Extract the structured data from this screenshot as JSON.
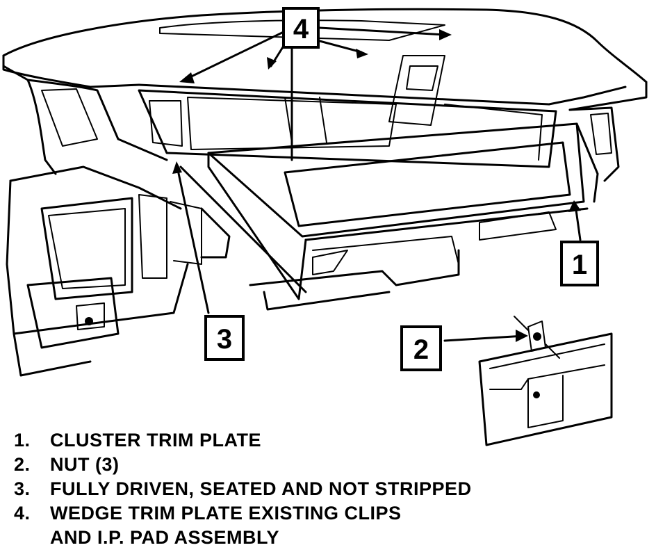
{
  "callouts": {
    "c1": "1",
    "c2": "2",
    "c3": "3",
    "c4": "4"
  },
  "legend": [
    {
      "num": "1.",
      "text": "CLUSTER TRIM PLATE"
    },
    {
      "num": "2.",
      "text": "NUT (3)"
    },
    {
      "num": "3.",
      "text": "FULLY DRIVEN, SEATED AND NOT STRIPPED"
    },
    {
      "num": "4.",
      "text": "WEDGE TRIM PLATE EXISTING CLIPS",
      "cont": "AND I.P. PAD ASSEMBLY"
    }
  ]
}
